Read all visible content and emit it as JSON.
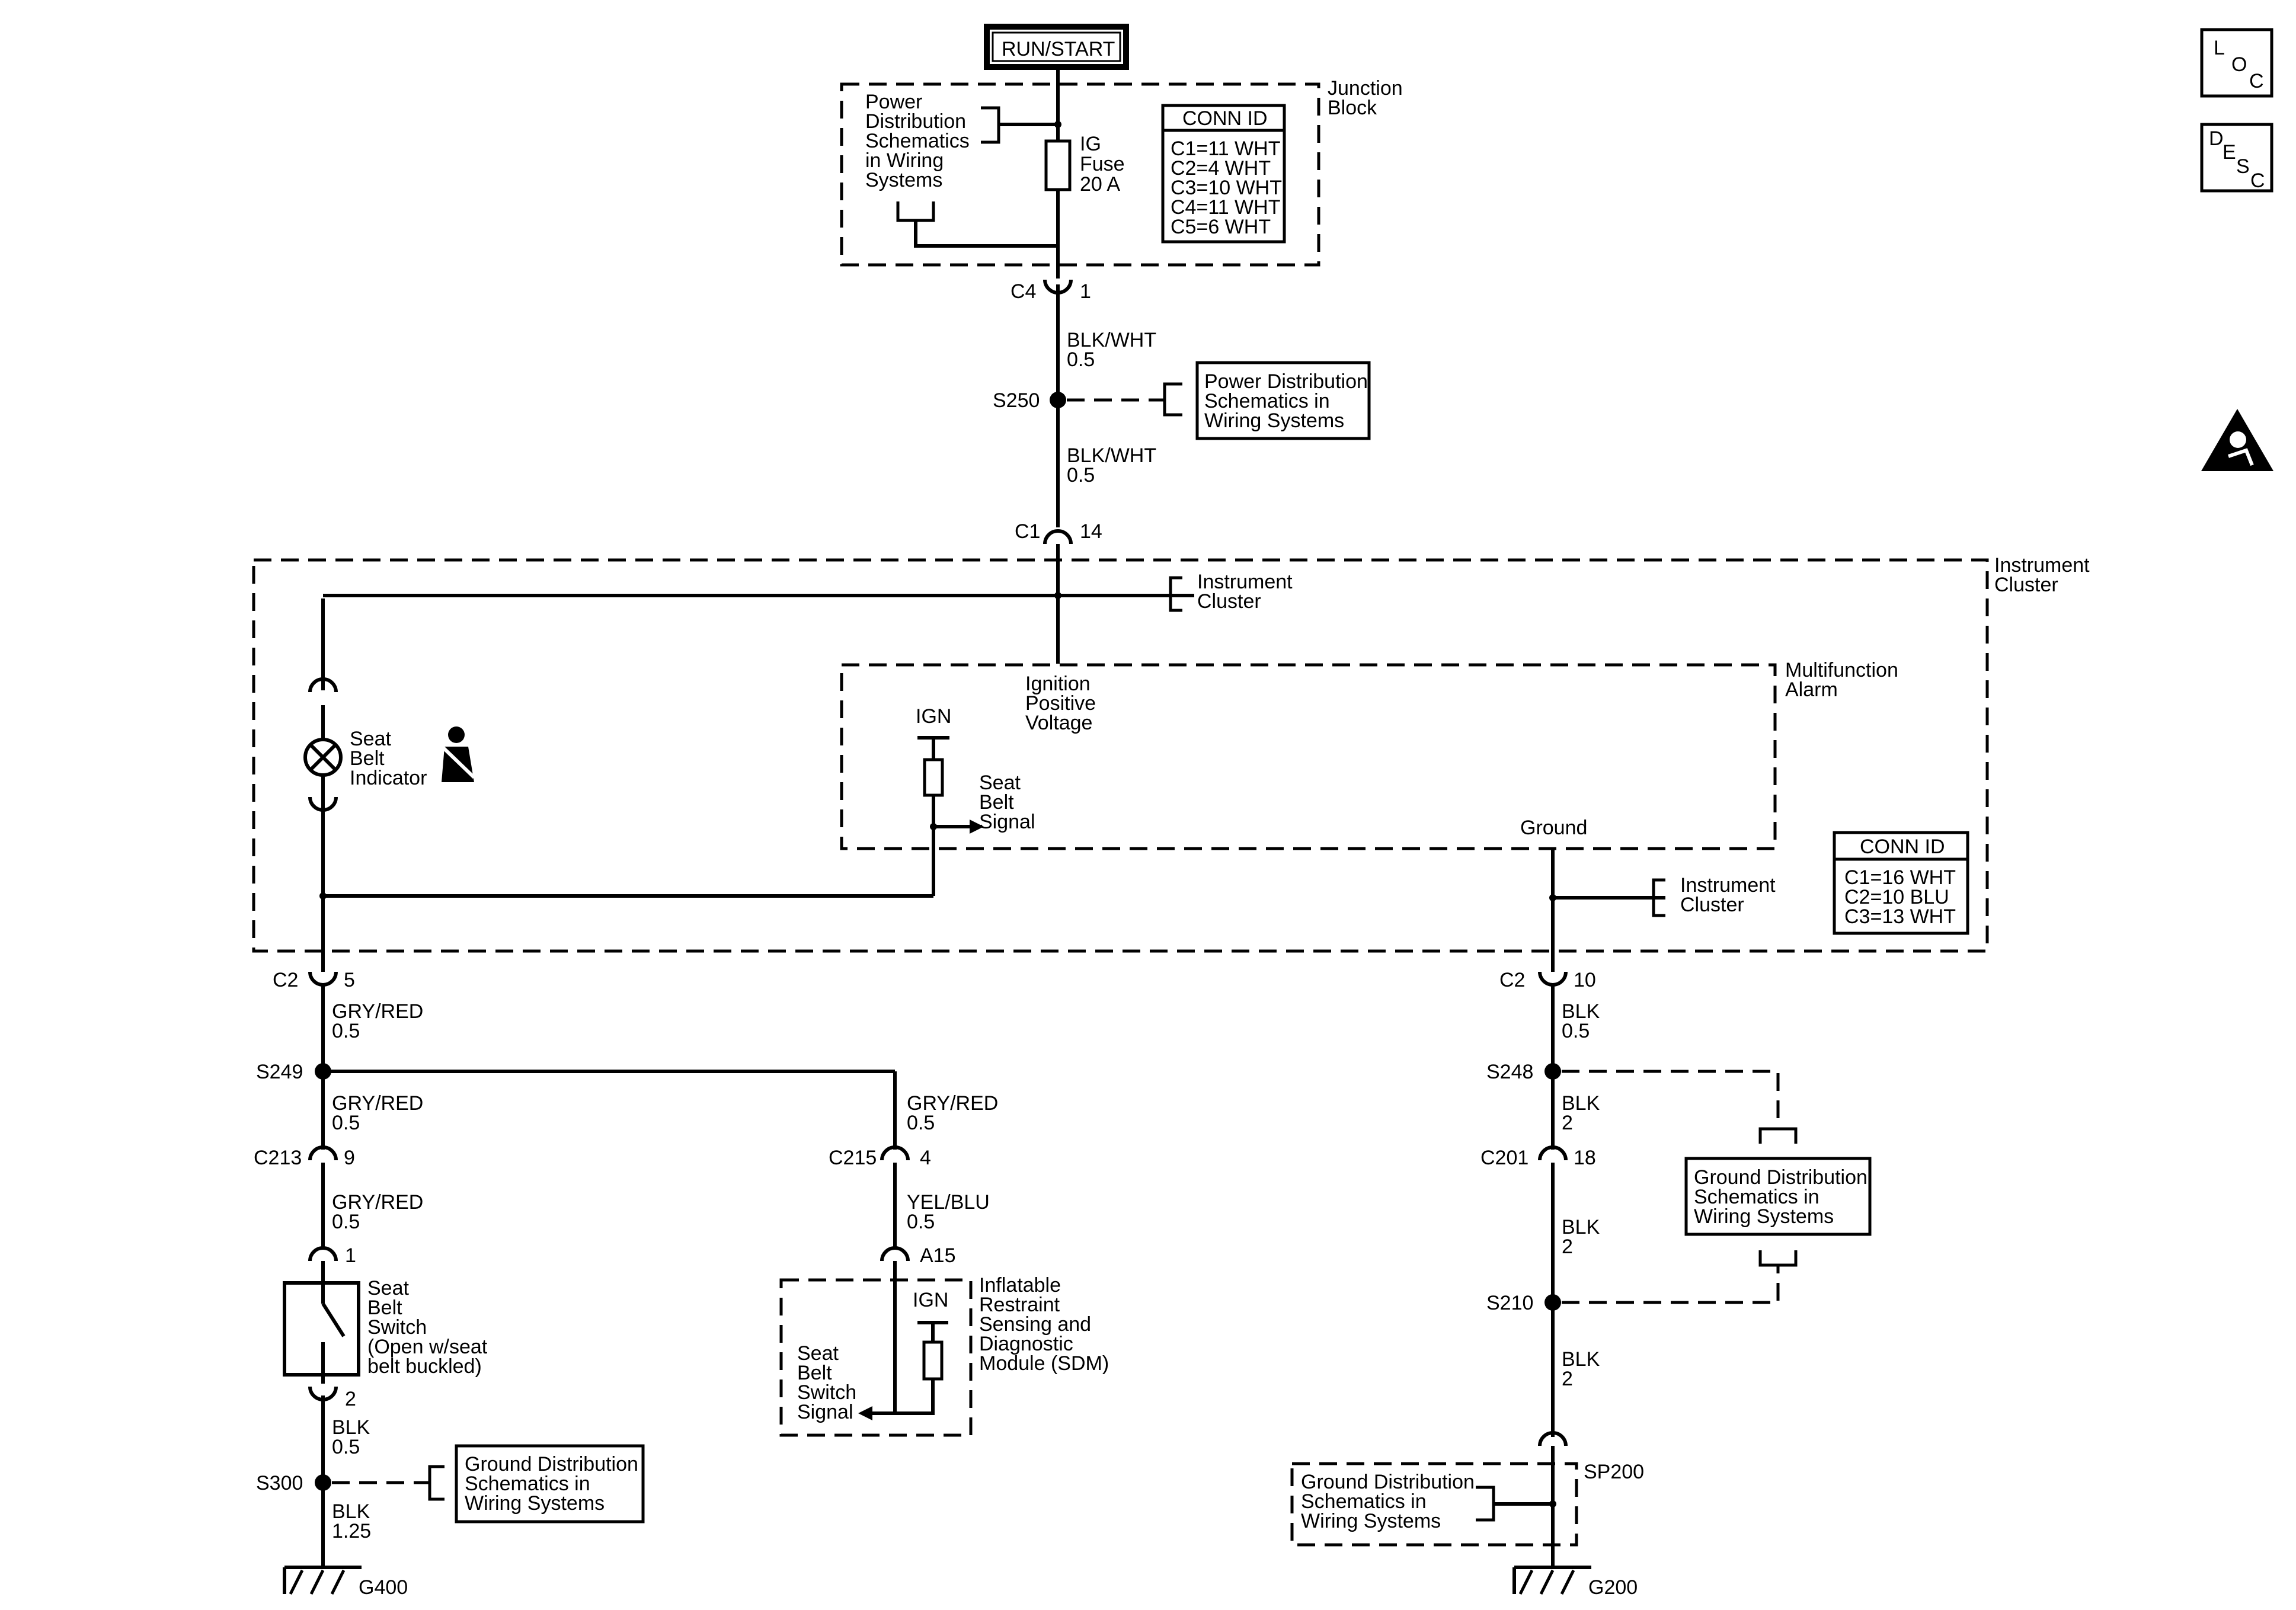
{
  "title_box": "RUN/START",
  "loc_icon": {
    "l": "L",
    "o": "O",
    "c": "C"
  },
  "desc_icon": {
    "d": "D",
    "e": "E",
    "s": "S",
    "c": "C"
  },
  "junction_block": {
    "label": [
      "Junction",
      "Block"
    ],
    "power_ref": [
      "Power",
      "Distribution",
      "Schematics",
      "in Wiring",
      "Systems"
    ],
    "fuse": [
      "IG",
      "Fuse",
      "20 A"
    ],
    "conn_title": "CONN ID",
    "conn": [
      "C1=11 WHT",
      "C2=4 WHT",
      "C3=10 WHT",
      "C4=11 WHT",
      "C5=6 WHT"
    ]
  },
  "c4": {
    "name": "C4",
    "pin": "1"
  },
  "wire1": [
    "BLK/WHT",
    "0.5"
  ],
  "s250": "S250",
  "power_box": [
    "Power Distribution",
    "Schematics in",
    "Wiring Systems"
  ],
  "wire2": [
    "BLK/WHT",
    "0.5"
  ],
  "c1": {
    "name": "C1",
    "pin": "14"
  },
  "instrument_cluster": {
    "label": [
      "Instrument",
      "Cluster"
    ],
    "ref_top": [
      "Instrument",
      "Cluster"
    ],
    "ref_bottom": [
      "Instrument",
      "Cluster"
    ],
    "indicator": [
      "Seat",
      "Belt",
      "Indicator"
    ],
    "conn_title": "CONN ID",
    "conn": [
      "C1=16 WHT",
      "C2=10 BLU",
      "C3=13 WHT"
    ]
  },
  "multifunction_alarm": {
    "label": [
      "Multifunction",
      "Alarm"
    ],
    "ign_voltage": [
      "Ignition",
      "Positive",
      "Voltage"
    ],
    "ign": "IGN",
    "signal": [
      "Seat",
      "Belt",
      "Signal"
    ],
    "ground": "Ground"
  },
  "left_branch": {
    "c2": {
      "name": "C2",
      "pin": "5"
    },
    "w1": [
      "GRY/RED",
      "0.5"
    ],
    "s249": "S249",
    "w2": [
      "GRY/RED",
      "0.5"
    ],
    "c213": {
      "name": "C213",
      "pin": "9"
    },
    "w3": [
      "GRY/RED",
      "0.5"
    ],
    "switch_pin_top": "1",
    "switch_label": [
      "Seat",
      "Belt",
      "Switch",
      "(Open w/seat",
      "belt buckled)"
    ],
    "switch_pin_bottom": "2",
    "w4": [
      "BLK",
      "0.5"
    ],
    "s300": "S300",
    "ground_box": [
      "Ground Distribution",
      "Schematics in",
      "Wiring Systems"
    ],
    "w5": [
      "BLK",
      "1.25"
    ],
    "g400": "G400"
  },
  "middle_branch": {
    "w1": [
      "GRY/RED",
      "0.5"
    ],
    "c215": {
      "name": "C215",
      "pin": "4"
    },
    "w2": [
      "YEL/BLU",
      "0.5"
    ],
    "pin": "A15",
    "ign": "IGN",
    "signal": [
      "Seat",
      "Belt",
      "Switch",
      "Signal"
    ],
    "sdm": [
      "Inflatable",
      "Restraint",
      "Sensing and",
      "Diagnostic",
      "Module (SDM)"
    ]
  },
  "right_branch": {
    "c2": {
      "name": "C2",
      "pin": "10"
    },
    "w1": [
      "BLK",
      "0.5"
    ],
    "s248": "S248",
    "w2": [
      "BLK",
      "2"
    ],
    "c201": {
      "name": "C201",
      "pin": "18"
    },
    "w3": [
      "BLK",
      "2"
    ],
    "s210": "S210",
    "ground_box": [
      "Ground Distribution",
      "Schematics in",
      "Wiring Systems"
    ],
    "w4": [
      "BLK",
      "2"
    ],
    "sp200": "SP200",
    "sp_box": [
      "Ground Distribution",
      "Schematics in",
      "Wiring Systems"
    ],
    "g200": "G200"
  }
}
